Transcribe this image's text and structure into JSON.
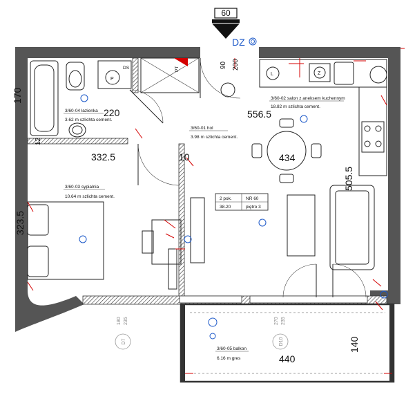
{
  "marker": {
    "label": "60",
    "code": "DZ"
  },
  "rooms": [
    {
      "id": "bathroom",
      "code": "3/60-04",
      "name": "łazienka",
      "area": "3.62 m",
      "finish": "szlichta cement."
    },
    {
      "id": "hall",
      "code": "3/60-01",
      "name": "hol",
      "area": "3.98 m",
      "finish": "szlichta cement."
    },
    {
      "id": "living",
      "code": "3/60-02",
      "name": "salon z aneksem kuchennym",
      "area": "18.82 m",
      "finish": "szlichta cement."
    },
    {
      "id": "bedroom",
      "code": "3/60-03",
      "name": "sypialnia",
      "area": "10.64 m",
      "finish": "szlichta cement."
    },
    {
      "id": "balcony",
      "code": "3/60-05",
      "name": "balkon",
      "area": "6.16 m",
      "finish": "gres"
    }
  ],
  "apartment": {
    "rooms": "2 pok.",
    "number": "NR 60",
    "area": "38.20",
    "floor": "piętro 3"
  },
  "dimensions": {
    "d170": "170",
    "d220": "220",
    "d5565": "556.5",
    "d3325": "332.5",
    "d10": "10",
    "d434": "434",
    "d5055": "505.5",
    "d3235": "323.5",
    "d440": "440",
    "d140": "140",
    "d90": "90",
    "d200": "200",
    "d12": "12"
  },
  "small_labels": {
    "ds": "DS",
    "pt": "PT",
    "l": "L",
    "z": "Z",
    "p": "P",
    "h180": "180",
    "h235a": "235",
    "h270": "270",
    "h235b": "235",
    "d7": "D7",
    "d10v": "D10"
  },
  "colors": {
    "wall": "#555555",
    "electric": "#d40000",
    "water": "#1a57c8",
    "line": "#222222"
  }
}
